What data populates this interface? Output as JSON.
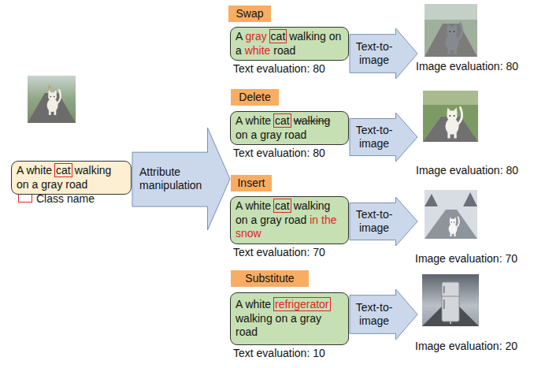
{
  "diagram": {
    "nodes": [
      {
        "text": [
          "A white cat walking on a gray road"
        ]
      },
      {
        "text": [
          "Attribute manipulation"
        ]
      },
      {
        "text": [
          "Swap"
        ]
      },
      {
        "text": [
          "A gray cat walking on a white road"
        ]
      },
      {
        "text": [
          "Text-to- image"
        ]
      },
      {
        "text": [
          "Delete"
        ]
      },
      {
        "text": [
          "A white cat walking on a gray road"
        ]
      },
      {
        "text": [
          "Text-to- image"
        ]
      },
      {
        "text": [
          "Insert"
        ]
      },
      {
        "text": [
          "A white cat walking on a gray road in the snow"
        ]
      },
      {
        "text": [
          "Text-to- image"
        ]
      },
      {
        "text": [
          "Substitute"
        ]
      },
      {
        "text": [
          "A white refrigerator walking on a gray road"
        ]
      },
      {
        "text": [
          "Text-to- image"
        ]
      }
    ],
    "labels": [
      "Text evaluation: 80",
      "Image evaluation: 80",
      "Text evaluation: 80",
      "Image evaluation: 80",
      "Text evaluation: 70",
      "Image evaluation: 70",
      "Text evaluation: 10",
      "Image evaluation: 20"
    ],
    "legend": [
      {
        "text": "Class name"
      }
    ]
  }
}
